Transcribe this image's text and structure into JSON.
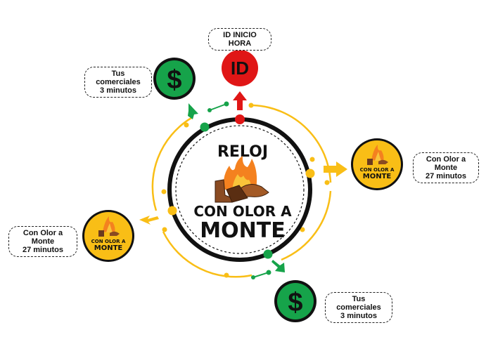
{
  "id_label": {
    "line1": "ID INICIO HORA"
  },
  "id_badge": "ID",
  "dollar_glyph": "$",
  "center": {
    "title": "RELOJ",
    "logo_line1": "CON OLOR A",
    "logo_line2": "MONTE"
  },
  "small_logo": {
    "line1": "CON OLOR A",
    "line2": "MONTE"
  },
  "nodes": [
    {
      "line1": "Tus comerciales",
      "line2": "3 minutos"
    },
    {
      "line1": "Con Olor a Monte",
      "line2": "27 minutos"
    },
    {
      "line1": "Con Olor a Monte",
      "line2": "27 minutos"
    },
    {
      "line1": "Tus comerciales",
      "line2": "3 minutos"
    }
  ],
  "colors": {
    "ring": "#111111",
    "yellow": "#f9be16",
    "green": "#16a34a",
    "red": "#e01616",
    "flame_outer": "#f4811f",
    "flame_inner": "#f9c43a"
  }
}
